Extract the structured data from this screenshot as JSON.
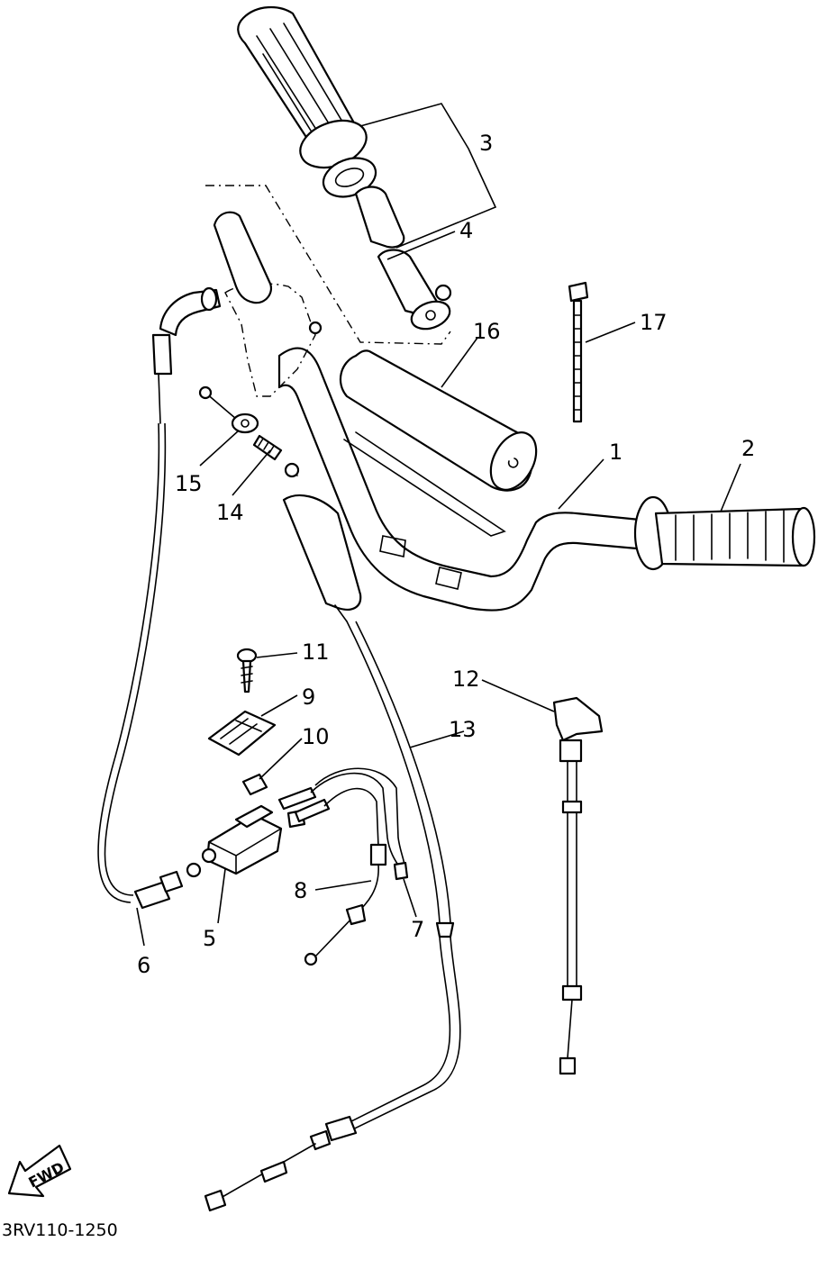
{
  "callouts": [
    {
      "id": "1",
      "text": "1"
    },
    {
      "id": "2",
      "text": "2"
    },
    {
      "id": "3",
      "text": "3"
    },
    {
      "id": "4",
      "text": "4"
    },
    {
      "id": "5",
      "text": "5"
    },
    {
      "id": "6",
      "text": "6"
    },
    {
      "id": "7",
      "text": "7"
    },
    {
      "id": "8",
      "text": "8"
    },
    {
      "id": "9",
      "text": "9"
    },
    {
      "id": "10",
      "text": "10"
    },
    {
      "id": "11",
      "text": "11"
    },
    {
      "id": "12",
      "text": "12"
    },
    {
      "id": "13",
      "text": "13"
    },
    {
      "id": "14",
      "text": "14"
    },
    {
      "id": "15",
      "text": "15"
    },
    {
      "id": "16",
      "text": "16"
    },
    {
      "id": "17",
      "text": "17"
    }
  ],
  "direction_arrow": {
    "text": "FWD"
  },
  "diagram_code": "3RV110-1250",
  "colors": {
    "line": "#000000",
    "background": "#ffffff"
  }
}
